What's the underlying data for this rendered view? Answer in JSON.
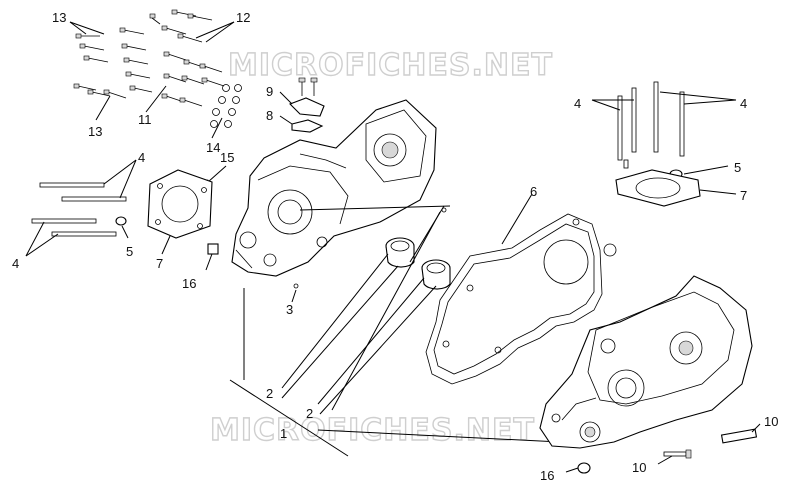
{
  "watermark": {
    "text": "MICROFICHES.NET"
  },
  "callouts": {
    "c13a": "13",
    "c12": "12",
    "c13b": "13",
    "c11": "11",
    "c14": "14",
    "c9": "9",
    "c8": "8",
    "c15": "15",
    "c4a": "4",
    "c4b": "4",
    "c5a": "5",
    "c7a": "7",
    "c16a": "16",
    "c3": "3",
    "c4c": "4",
    "c4d": "4",
    "c5b": "5",
    "c7b": "7",
    "c6": "6",
    "c2a": "2",
    "c2b": "2",
    "c1": "1",
    "c10a": "10",
    "c10b": "10",
    "c16b": "16"
  }
}
